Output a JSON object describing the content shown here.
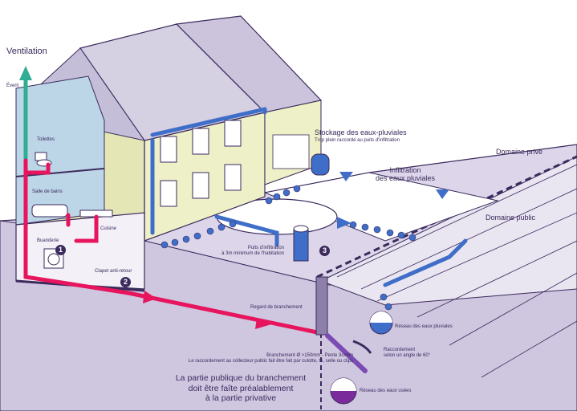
{
  "labels": {
    "ventilation": "Ventilation",
    "event": "Évent",
    "toilettes": "Toilettes",
    "salle_de_bains": "Salle de bains",
    "buanderie": "Buanderie",
    "cuisine": "Cuisine",
    "clapet_anti_retour": "Clapet anti-retour",
    "stockage_title": "Stockage des eaux-pluviales",
    "stockage_sub": "Trop plein raccordé au puits d'infiltration",
    "domaine_prive": "Domaine privé",
    "infiltration_line1": "Infiltration",
    "infiltration_line2": "des eaux pluviales",
    "domaine_public": "Domaine public",
    "puits_line1": "Puits d'infiltration",
    "puits_line2": "à 3m minimum de l'habitation",
    "regard": "Regard de branchement",
    "reseau_pluviales": "Réseau des eaux pluviales",
    "raccordement_line1": "Raccordement",
    "raccordement_line2": "selon un angle de 60°",
    "branchement_line1": "Branchement Ø >150mm - Pente  3cm/m",
    "branchement_line2": "Le raccordement au collecteur public fait être fait par culotte, té, selle ou clips",
    "reseau_usees": "Réseau des eaux usées",
    "note_line1": "La partie publique du branchement",
    "note_line2": "doit être faîte préalablement",
    "note_line3": "à la partie privative"
  },
  "markers": [
    "1",
    "2",
    "3"
  ],
  "colors": {
    "ground": "#d9d2e6",
    "ground_dark": "#b8aed0",
    "soil": "#8c7fa9",
    "house_wall": "#eef0c8",
    "roof": "#d6d0e3",
    "outline": "#3b2a5c",
    "wastewater": "#e6155d",
    "stormwater": "#3f6ec9",
    "ventilation": "#2fae93",
    "text": "#3b2a5c"
  }
}
